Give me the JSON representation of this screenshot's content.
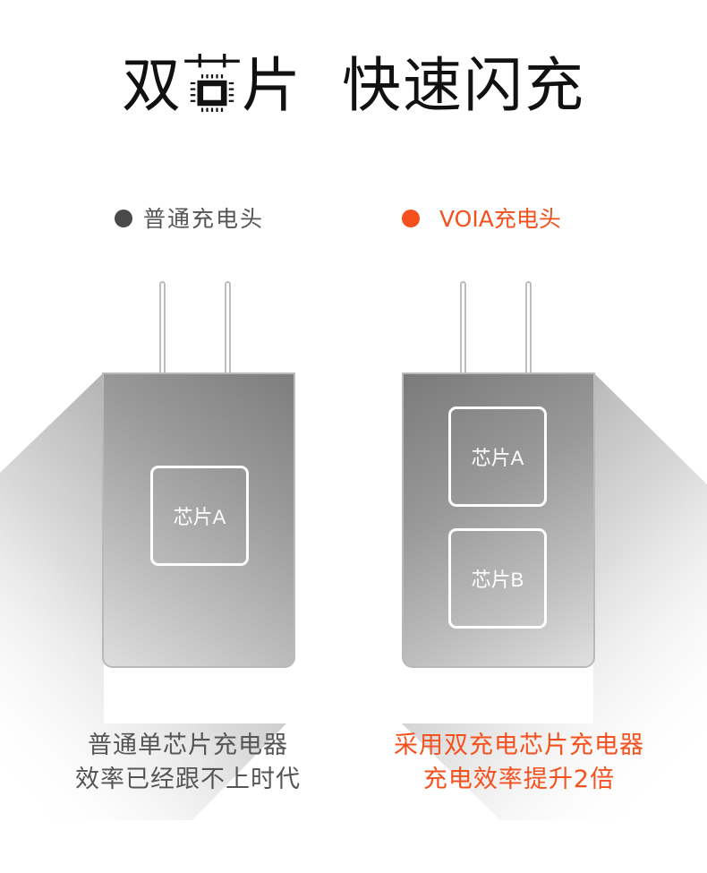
{
  "title": {
    "part1_prefix": "双",
    "part1_suffix": "片",
    "chip_icon": "chip-icon",
    "part2": "快速闪充"
  },
  "left": {
    "label": "普通充电头",
    "dot_color": "#4a4a4a",
    "chips": [
      "芯片A"
    ],
    "description": [
      "普通单芯片充电器",
      "效率已经跟不上时代"
    ]
  },
  "right": {
    "label": "VOIA充电头",
    "dot_color": "#f4511e",
    "chips": [
      "芯片A",
      "芯片B"
    ],
    "description": [
      "采用双充电芯片充电器",
      "充电效率提升2倍"
    ]
  },
  "colors": {
    "accent": "#f4511e",
    "text_gray": "#555555"
  }
}
